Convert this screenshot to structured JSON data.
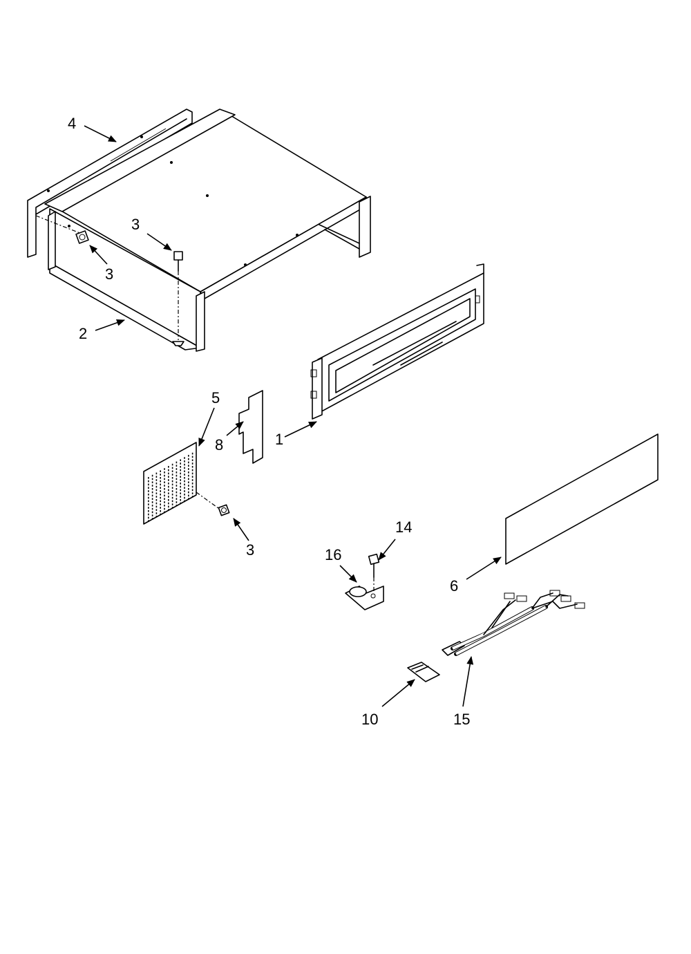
{
  "callouts": [
    {
      "id": "c4",
      "label": "4"
    },
    {
      "id": "c3a",
      "label": "3"
    },
    {
      "id": "c3b",
      "label": "3"
    },
    {
      "id": "c2",
      "label": "2"
    },
    {
      "id": "c5",
      "label": "5"
    },
    {
      "id": "c8",
      "label": "8"
    },
    {
      "id": "c1",
      "label": "1"
    },
    {
      "id": "c3c",
      "label": "3"
    },
    {
      "id": "c14",
      "label": "14"
    },
    {
      "id": "c16",
      "label": "16"
    },
    {
      "id": "c6",
      "label": "6"
    },
    {
      "id": "c10",
      "label": "10"
    },
    {
      "id": "c15",
      "label": "15"
    }
  ],
  "colors": {
    "line": "#000000",
    "background": "#ffffff"
  }
}
